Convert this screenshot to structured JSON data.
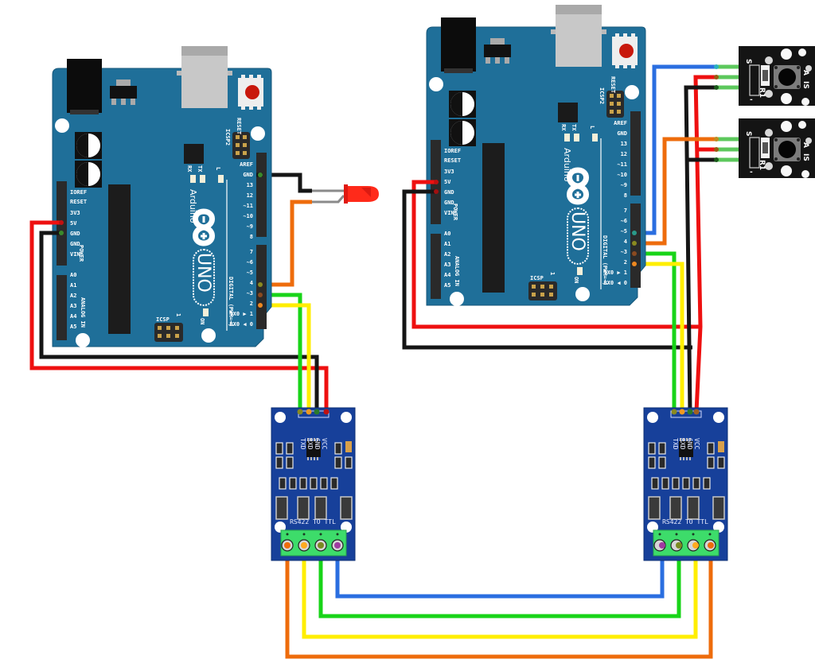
{
  "diagram": {
    "title": "Two Arduino UNO boards linked over RS422 with LED and two push buttons",
    "colors": {
      "board": "#1f6f99",
      "module": "#17409a",
      "terminal": "#3ddc6a",
      "button_module": "#141414",
      "wire_red": "#ee1010",
      "wire_black": "#151515",
      "wire_green": "#18d418",
      "wire_yellow": "#ffee00",
      "wire_orange": "#ee6c0c",
      "wire_blue": "#2a6ee0",
      "led": "#ff2a1a"
    },
    "arduino": {
      "brand": "Arduino",
      "tm": "TM",
      "model": "UNO",
      "reset_label": "RESET",
      "icsp2_label": "ICSP2",
      "icsp_label": "ICSP",
      "icsp_pin1": "1",
      "on_label": "ON",
      "rx_label": "RX",
      "tx_label": "TX",
      "l_label": "L",
      "power_label": "POWER",
      "analog_label": "ANALOG IN",
      "digital_label": "DIGITAL (PWM=~)",
      "power_pins": [
        "IOREF",
        "RESET",
        "3V3",
        "5V",
        "GND",
        "GND",
        "VIN"
      ],
      "analog_pins": [
        "A0",
        "A1",
        "A2",
        "A3",
        "A4",
        "A5"
      ],
      "digital_high_pins": [
        "AREF",
        "GND",
        "13",
        "12",
        "~11",
        "~10",
        "~9",
        "8"
      ],
      "digital_low_pins": [
        "7",
        "~6",
        "~5",
        "4",
        "~3",
        "2",
        "TX0 ▶ 1",
        "RX0 ◀ 0"
      ]
    },
    "rs422_module": {
      "title": "RS422 TO TTL",
      "header_pins": [
        "TXD",
        "RXD",
        "GND",
        "VCC"
      ]
    },
    "button_module": {
      "label_s": "S",
      "label_minus": "-",
      "label_r1": "R1",
      "label_a": "A",
      "label_is": "IS"
    },
    "components": [
      {
        "id": "arduino-left",
        "type": "Arduino UNO"
      },
      {
        "id": "arduino-right",
        "type": "Arduino UNO"
      },
      {
        "id": "rs422-left",
        "type": "RS422 TO TTL module"
      },
      {
        "id": "rs422-right",
        "type": "RS422 TO TTL module"
      },
      {
        "id": "led",
        "type": "Red LED"
      },
      {
        "id": "button-1",
        "type": "Push button module"
      },
      {
        "id": "button-2",
        "type": "Push button module"
      }
    ],
    "connections": [
      {
        "from": "arduino-left.GND(digital)",
        "to": "led.cathode",
        "color": "black"
      },
      {
        "from": "arduino-left.D4",
        "to": "led.anode",
        "color": "orange"
      },
      {
        "from": "arduino-left.D3",
        "to": "rs422-left.TXD",
        "color": "green"
      },
      {
        "from": "arduino-left.D2",
        "to": "rs422-left.RXD",
        "color": "yellow"
      },
      {
        "from": "arduino-left.GND(power)",
        "to": "rs422-left.GND",
        "color": "black"
      },
      {
        "from": "arduino-left.5V",
        "to": "rs422-left.VCC",
        "color": "red"
      },
      {
        "from": "arduino-right.D5",
        "to": "button-1.S",
        "color": "blue"
      },
      {
        "from": "arduino-right.D4",
        "to": "button-2.S",
        "color": "orange"
      },
      {
        "from": "arduino-right.D3",
        "to": "rs422-right.TXD",
        "color": "green"
      },
      {
        "from": "arduino-right.D2",
        "to": "rs422-right.RXD",
        "color": "yellow"
      },
      {
        "from": "arduino-right.5V",
        "to": "rs422-right.VCC + buttons VCC",
        "color": "red"
      },
      {
        "from": "arduino-right.GND",
        "to": "rs422-right.GND + buttons GND",
        "color": "black"
      },
      {
        "from": "rs422-left.T1",
        "to": "rs422-right.T4",
        "color": "orange"
      },
      {
        "from": "rs422-left.T2",
        "to": "rs422-right.T3",
        "color": "yellow"
      },
      {
        "from": "rs422-left.T3",
        "to": "rs422-right.T2",
        "color": "green"
      },
      {
        "from": "rs422-left.T4",
        "to": "rs422-right.T1",
        "color": "blue"
      }
    ]
  }
}
